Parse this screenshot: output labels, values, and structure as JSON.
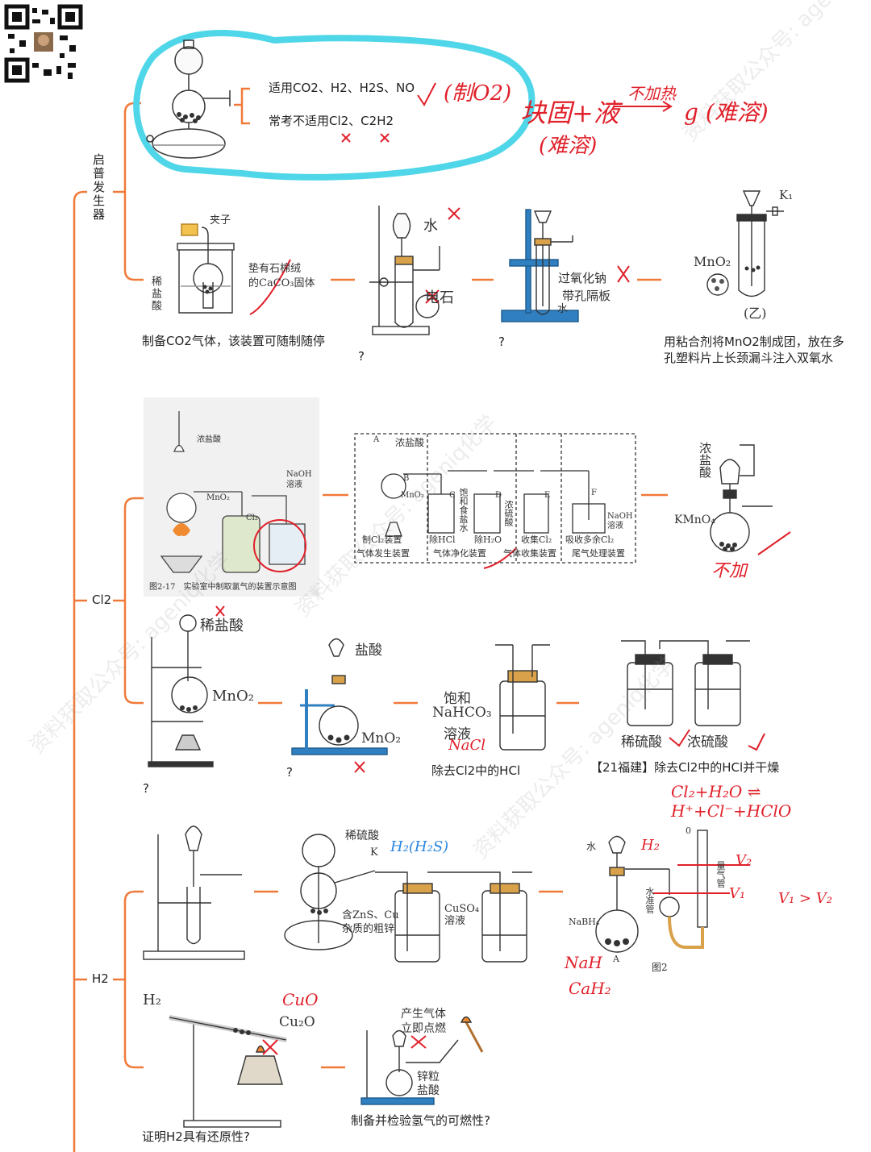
{
  "watermark": "资料获取公众号: ageniq化学",
  "mindmap": {
    "branches": [
      {
        "label": "启普发生器"
      },
      {
        "label": "Cl2"
      },
      {
        "label": "H2"
      }
    ]
  },
  "kipp": {
    "suitable": "适用CO2、H2、H2S、NO",
    "not_suitable": "常考不适用Cl2、C2H2",
    "annotation_note": "(制O2)",
    "annotation_rule": "块固+液",
    "annotation_arrow_label": "不加热",
    "annotation_gas": "g (难溶)",
    "annotation_solubility": "(难溶)"
  },
  "row2": {
    "clamp_label": "夹子",
    "acid_label": "稀盐酸",
    "solid_label_1": "垫有石棉绒",
    "solid_label_2": "的CaCO₃固体",
    "caption_1": "制备CO2气体，该装置可随制随停",
    "water_label": "水",
    "carbide_label": "电石",
    "caption_2": "?",
    "peroxide_label": "过氧化钠",
    "plate_label": "带孔隔板",
    "water2_label": "水",
    "caption_3": "?",
    "k1_label": "K₁",
    "mno2_label": "MnO₂",
    "yi_label": "(乙)",
    "caption_4": "用粘合剂将MnO2制成团，放在多孔塑料片上长颈漏斗注入双氧水"
  },
  "cl2_row1": {
    "conc_hcl": "浓盐酸",
    "naoh": "NaOH溶液",
    "mno2": "MnO₂",
    "cl2": "Cl₂",
    "fig_caption": "图2-17　实验室中制取氯气的装置示意图",
    "labels": [
      "A",
      "B",
      "C",
      "D",
      "E",
      "F"
    ],
    "conc_hcl_2": "浓盐酸",
    "mno2_2": "MnO₂",
    "sat_nacl": "饱和食盐水",
    "conc_h2so4": "浓硫酸",
    "naoh_2": "NaOH溶液",
    "step_labels": [
      "制Cl₂装置",
      "除HCl",
      "除H₂O",
      "收集Cl₂",
      "吸收多余Cl₂"
    ],
    "section_labels": [
      "气体发生装置",
      "气体净化装置",
      "气体收集装置",
      "尾气处理装置"
    ],
    "conc_hcl_3": "浓盐酸",
    "kmno4": "KMnO₄",
    "hw_no": "不加"
  },
  "cl2_row2": {
    "dilute_hcl": "稀盐酸",
    "mno2": "MnO₂",
    "caption_1": "?",
    "hcl_label": "盐酸",
    "mno2_2": "MnO₂",
    "caption_2": "?",
    "sat_label": "饱和",
    "nahco3": "NaHCO₃",
    "solution": "溶液",
    "hw_nacl": "NaCl",
    "caption_3": "除去Cl2中的HCl",
    "dilute_h2so4": "稀硫酸",
    "conc_h2so4": "浓硫酸",
    "caption_4": "【21福建】除去Cl2中的HCl并干燥",
    "hw_equation": "Cl₂+H₂O ⇌ H⁺+Cl⁻+HClO"
  },
  "h2_row1": {
    "dilute_h2so4": "稀硫酸",
    "k_label": "K",
    "hw_gas": "H₂(H₂S)",
    "zinc_label_1": "含ZnS、Cu",
    "zinc_label_2": "杂质的粗锌",
    "cuso4": "CuSO₄溶液",
    "water_label": "水",
    "hw_h2": "H₂",
    "nabh4": "NaBH₄",
    "a_label": "A",
    "fig2": "图2",
    "tube_label": "量气管",
    "level_tube": "水准管",
    "zero": "0",
    "hw_v2": "V₂",
    "hw_v1": "V₁",
    "hw_compare": "V₁ > V₂",
    "hw_nah": "NaH",
    "hw_cah2": "CaH₂"
  },
  "h2_row2": {
    "h2_label": "H₂",
    "cu2o": "Cu₂O",
    "hw_cuo": "CuO",
    "caption_1": "证明H2具有还原性?",
    "produce_gas": "产生气体",
    "ignite": "立即点燃",
    "zinc": "锌粒",
    "hcl": "盐酸",
    "caption_2": "制备并检验氢气的可燃性?"
  },
  "colors": {
    "mindmap_line": "#f07a3a",
    "annotation_red": "#e0202a",
    "annotation_blue": "#2a86e0",
    "highlight_cyan": "#4fd6e8",
    "apparatus_blue": "#2f7fc1"
  }
}
